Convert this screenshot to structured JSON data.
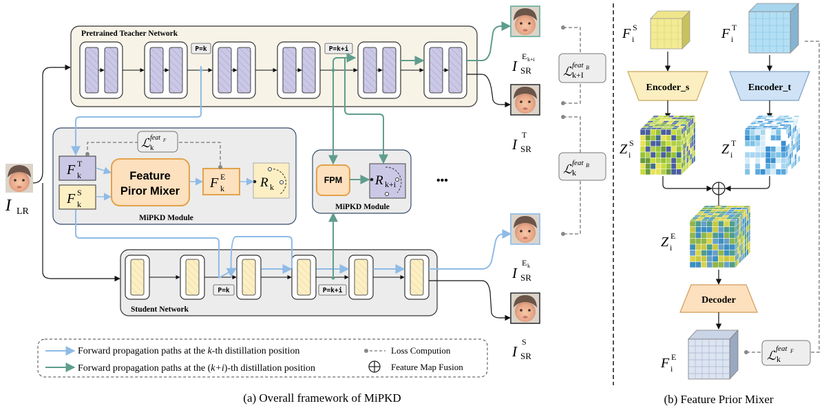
{
  "teacher": {
    "title": "Pretrained Teacher Network"
  },
  "student": {
    "title": "Student Network"
  },
  "positions": {
    "k": "P=k",
    "ki": "P=k+i"
  },
  "mipkd": {
    "title": "MiPKD Module",
    "mixer_line1": "Feature",
    "mixer_line2": "Piror Mixer",
    "fpm": "FPM"
  },
  "symbols": {
    "F": "F",
    "I": "I",
    "R": "R",
    "L": "ℒ",
    "Z": "Z",
    "sub_k": "k",
    "sub_k_i": "k+i",
    "sub_k_I": "k+I",
    "sub_i": "i",
    "sub_LR": "LR",
    "sub_SR": "SR",
    "sup_T": "T",
    "sup_S": "S",
    "sup_E": "E",
    "sup_Ek": "E",
    "sup_Ek_sub": "k",
    "sup_Eki_sub": "k+i",
    "feat_B": "feat",
    "feat_B_sub": "B",
    "feat_F": "feat",
    "feat_F_sub": "F"
  },
  "ellipsis": "•••",
  "legend": {
    "blue_prefix": "Forward propagation paths at the ",
    "blue_var": "k",
    "blue_suffix": "-th distillation position",
    "green_prefix": "Forward propagation paths at the (",
    "green_var": "k+i",
    "green_suffix": ")-th distillation position",
    "loss": "Loss Compution",
    "fusion": "Feature Map Fusion"
  },
  "panel_b": {
    "encoder_s": "Encoder_s",
    "encoder_t": "Encoder_t",
    "decoder": "Decoder"
  },
  "captions": {
    "a": "(a) Overall framework of MiPKD",
    "b": "(b) Feature Prior Mixer"
  },
  "colors": {
    "blue": "#9dc3ea",
    "green": "#6fa89a",
    "teacher_fill": "#f7f3e7",
    "module_fill": "#eeeeee",
    "purple_block": "#c9c6e3",
    "yellow_block": "#fbeec0",
    "mixer_fill": "#fde0bd",
    "mixer_stroke": "#e2a24a"
  }
}
